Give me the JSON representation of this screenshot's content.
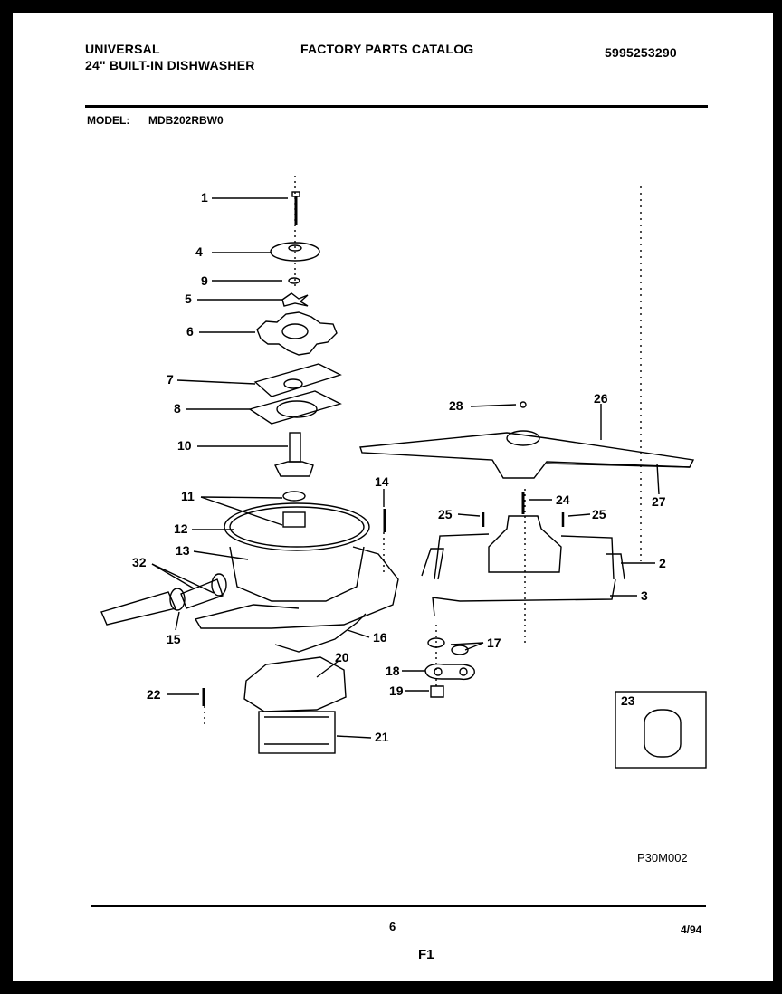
{
  "header": {
    "brand": "UNIVERSAL",
    "subtitle": "24\" BUILT-IN DISHWASHER",
    "catalog": "FACTORY PARTS CATALOG",
    "catalog_number": "5995253290",
    "model_label": "MODEL:",
    "model_value": "MDB202RBW0"
  },
  "callouts": [
    "1",
    "4",
    "9",
    "5",
    "6",
    "7",
    "8",
    "10",
    "11",
    "12",
    "13",
    "32",
    "15",
    "14",
    "28",
    "26",
    "27",
    "25",
    "24",
    "25",
    "2",
    "3",
    "17",
    "18",
    "19",
    "16",
    "20",
    "22",
    "21",
    "23"
  ],
  "diagram_code": "P30M002",
  "footer": {
    "page_number": "6",
    "date": "4/94",
    "section": "F1"
  }
}
